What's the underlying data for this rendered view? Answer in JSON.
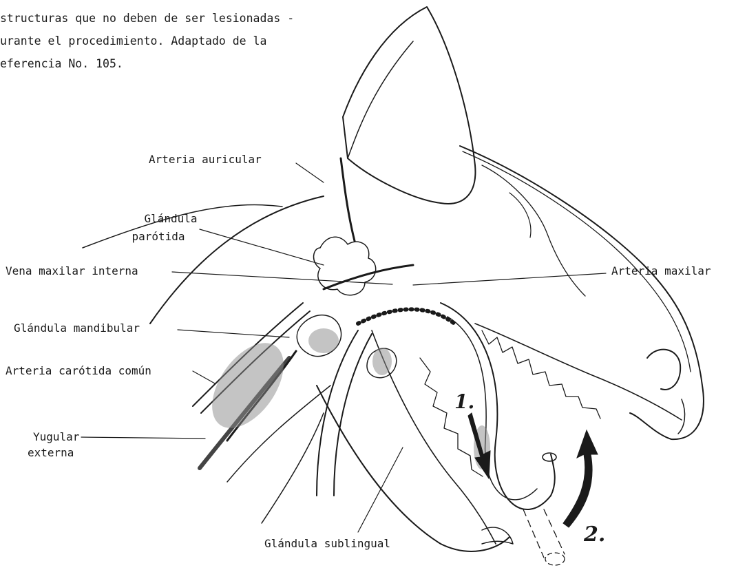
{
  "caption": {
    "lines": [
      "structuras que no deben de ser lesionadas -",
      "urante el procedimiento. Adaptado de la",
      "eferencia No. 105."
    ]
  },
  "labels": {
    "arteria_auricular": "Arteria auricular",
    "glandula_parotida_1": "Glándula",
    "glandula_parotida_2": "parótida",
    "vena_maxilar_interna": "Vena maxilar interna",
    "arteria_maxilar": "Arteria maxilar",
    "glandula_mandibular": "Glándula mandibular",
    "arteria_carotida_comun": "Arteria carótida común",
    "yugular_externa_1": "Yugular",
    "yugular_externa_2": "externa",
    "glandula_sublingual": "Glándula sublingual"
  },
  "markers": {
    "step_1": "1.",
    "step_2": "2."
  }
}
